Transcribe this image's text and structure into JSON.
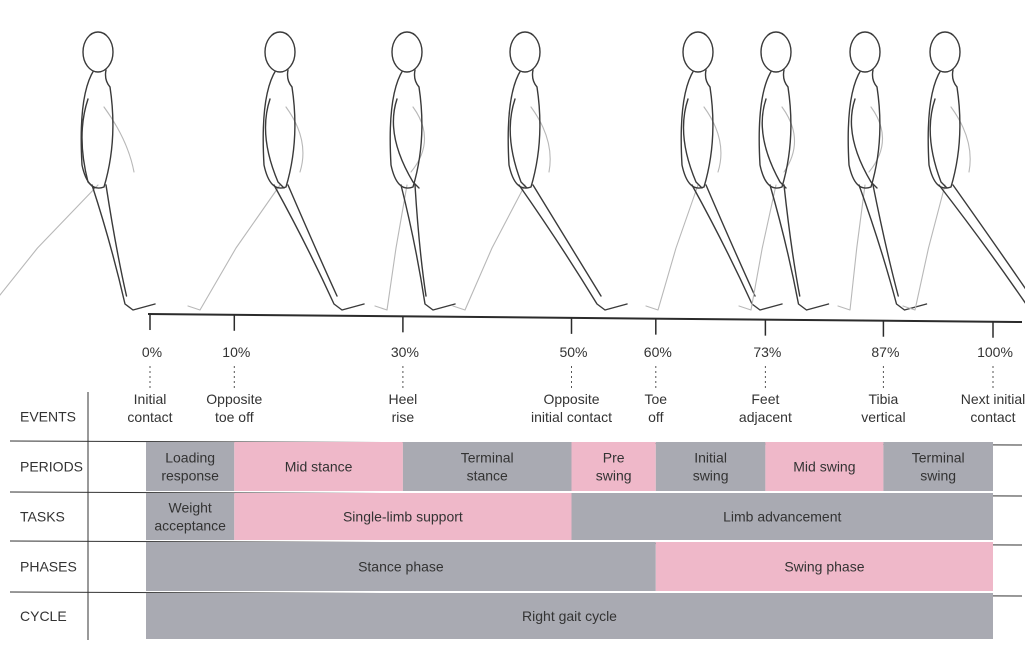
{
  "timeline": {
    "ticks": [
      {
        "pct_label": "0%",
        "pos": 0,
        "event_lines": [
          "Initial",
          "contact"
        ]
      },
      {
        "pct_label": "10%",
        "pos": 10,
        "event_lines": [
          "Opposite",
          "toe off"
        ]
      },
      {
        "pct_label": "30%",
        "pos": 30,
        "event_lines": [
          "Heel",
          "rise"
        ]
      },
      {
        "pct_label": "50%",
        "pos": 50,
        "event_lines": [
          "Opposite",
          "initial contact"
        ]
      },
      {
        "pct_label": "60%",
        "pos": 60,
        "event_lines": [
          "Toe",
          "off"
        ]
      },
      {
        "pct_label": "73%",
        "pos": 73,
        "event_lines": [
          "Feet",
          "adjacent"
        ]
      },
      {
        "pct_label": "87%",
        "pos": 87,
        "event_lines": [
          "Tibia",
          "vertical"
        ]
      },
      {
        "pct_label": "100%",
        "pos": 100,
        "event_lines": [
          "Next initial",
          "contact"
        ]
      }
    ]
  },
  "rows": [
    {
      "label": "EVENTS",
      "cells": []
    },
    {
      "label": "PERIODS",
      "cells": [
        {
          "from": 0,
          "to": 10,
          "lines": [
            "Loading",
            "response"
          ],
          "color": "gray"
        },
        {
          "from": 10,
          "to": 30,
          "lines": [
            "Mid stance"
          ],
          "color": "pink"
        },
        {
          "from": 30,
          "to": 50,
          "lines": [
            "Terminal",
            "stance"
          ],
          "color": "gray"
        },
        {
          "from": 50,
          "to": 60,
          "lines": [
            "Pre",
            "swing"
          ],
          "color": "pink"
        },
        {
          "from": 60,
          "to": 73,
          "lines": [
            "Initial",
            "swing"
          ],
          "color": "gray"
        },
        {
          "from": 73,
          "to": 87,
          "lines": [
            "Mid swing"
          ],
          "color": "pink"
        },
        {
          "from": 87,
          "to": 100,
          "lines": [
            "Terminal",
            "swing"
          ],
          "color": "gray"
        }
      ]
    },
    {
      "label": "TASKS",
      "cells": [
        {
          "from": 0,
          "to": 10,
          "lines": [
            "Weight",
            "acceptance"
          ],
          "color": "gray"
        },
        {
          "from": 10,
          "to": 50,
          "lines": [
            "Single-limb support"
          ],
          "color": "pink"
        },
        {
          "from": 50,
          "to": 100,
          "lines": [
            "Limb advancement"
          ],
          "color": "gray"
        }
      ]
    },
    {
      "label": "PHASES",
      "cells": [
        {
          "from": 0,
          "to": 60,
          "lines": [
            "Stance phase"
          ],
          "color": "gray"
        },
        {
          "from": 60,
          "to": 100,
          "lines": [
            "Swing phase"
          ],
          "color": "pink"
        }
      ]
    },
    {
      "label": "CYCLE",
      "cells": [
        {
          "from": 0,
          "to": 100,
          "lines": [
            "Right gait cycle"
          ],
          "color": "gray"
        }
      ]
    }
  ],
  "colors": {
    "gray": "#a9aab2",
    "pink": "#efb8c9",
    "line": "#2b2b2b"
  },
  "figures": {
    "count": 8
  }
}
